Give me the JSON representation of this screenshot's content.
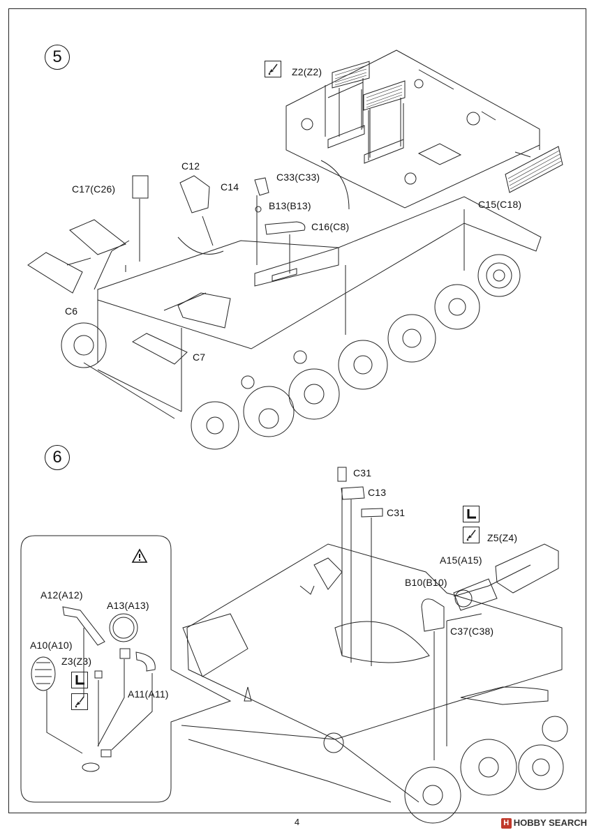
{
  "page_number": "4",
  "steps": [
    {
      "number": "5"
    },
    {
      "number": "6"
    }
  ],
  "step5_parts": {
    "z2": "Z2(Z2)",
    "c12": "C12",
    "c14": "C14",
    "c17": "C17(C26)",
    "c33": "C33(C33)",
    "b13": "B13(B13)",
    "c16": "C16(C8)",
    "c15": "C15(C18)",
    "c6": "C6",
    "c7": "C7"
  },
  "step6_parts": {
    "c31_top": "C31",
    "c13": "C13",
    "c31_second": "C31",
    "z5": "Z5(Z4)",
    "a15": "A15(A15)",
    "b10": "B10(B10)",
    "c37": "C37(C38)"
  },
  "inset_parts": {
    "a12": "A12(A12)",
    "a13": "A13(A13)",
    "a10": "A10(A10)",
    "z3": "Z3(Z3)",
    "a11": "A11(A11)"
  },
  "icons": {
    "warning": "warning-icon",
    "brush": "brush-icon",
    "bend": "bend-icon"
  },
  "watermark": {
    "logo": "H",
    "text": "HOBBY SEARCH"
  }
}
